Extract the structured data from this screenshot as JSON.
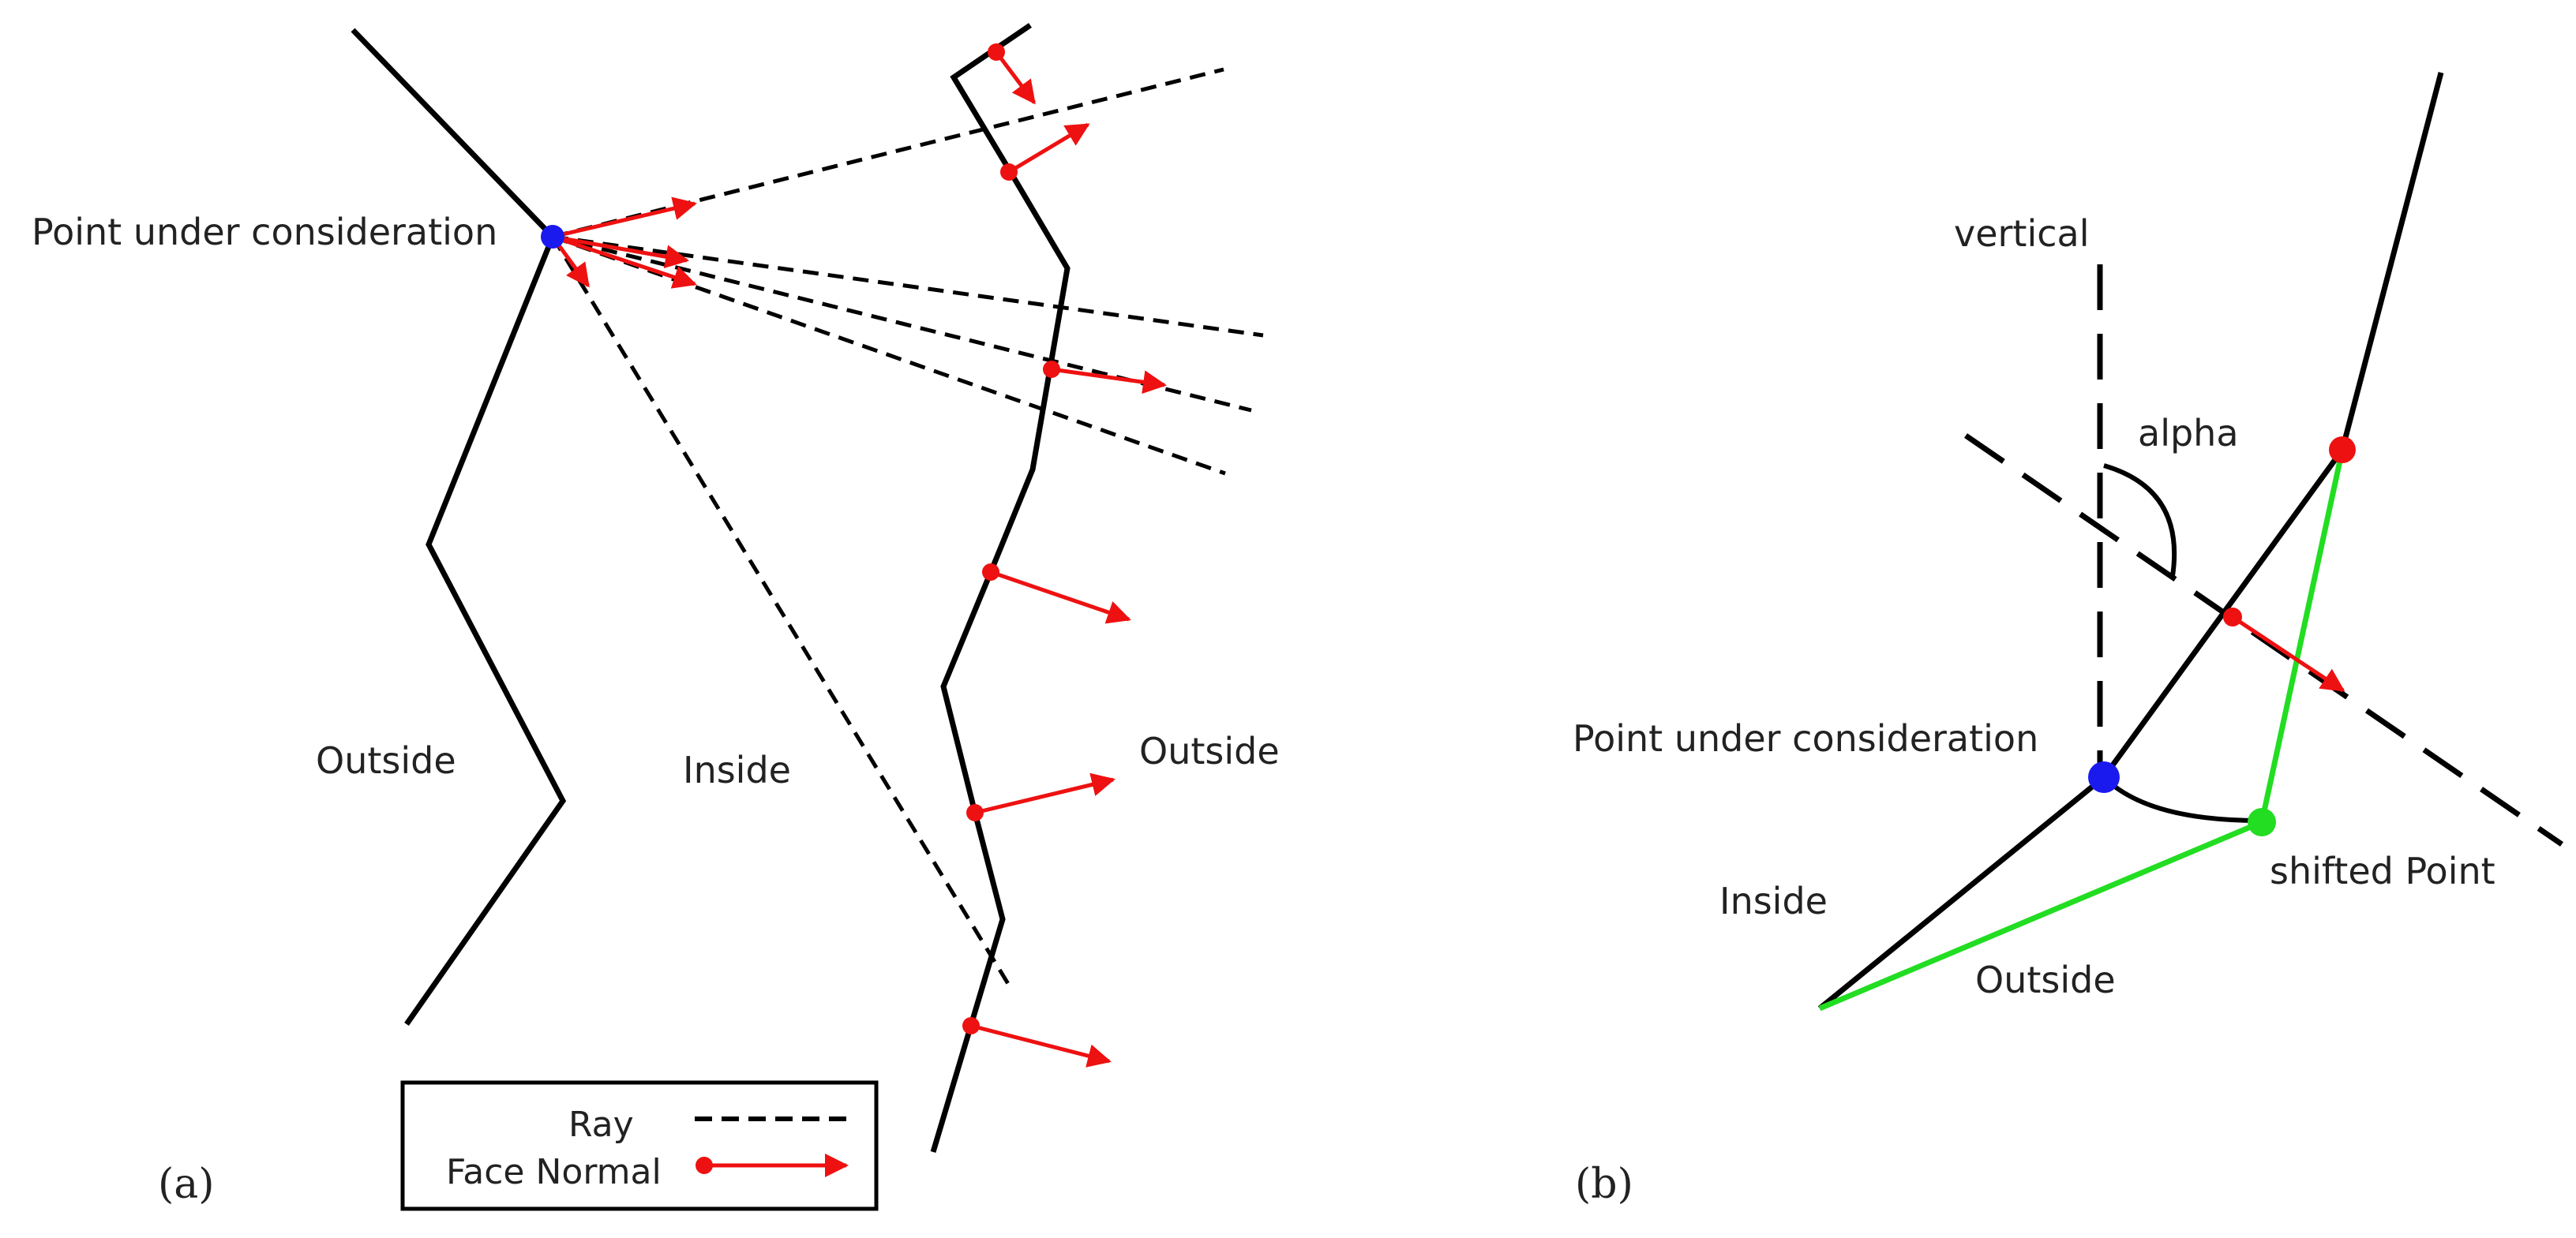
{
  "panel_a": {
    "tag": "(a)",
    "point_label": "Point under consideration",
    "outside_left": "Outside",
    "inside": "Inside",
    "outside_right": "Outside"
  },
  "legend": {
    "ray": "Ray",
    "face_normal": "Face Normal"
  },
  "panel_b": {
    "tag": "(b)",
    "vertical": "vertical",
    "alpha": "alpha",
    "point_label": "Point under consideration",
    "shifted_point": "shifted Point",
    "inside": "Inside",
    "outside": "Outside"
  },
  "colors": {
    "line": "#000000",
    "normal": "#ee1111",
    "point": "#1a1aee",
    "shifted": "#22dd22"
  }
}
